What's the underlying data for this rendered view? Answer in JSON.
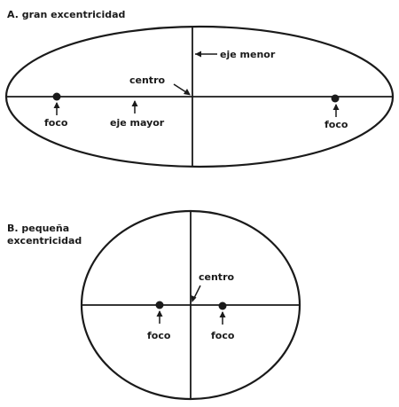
{
  "panel_a": {
    "heading": "A. gran excentricidad",
    "labels": {
      "minor_axis": "eje menor",
      "center": "centro",
      "focus_left": "foco",
      "major_axis": "eje mayor",
      "focus_right": "foco"
    }
  },
  "panel_b": {
    "heading_line1": "B. pequeña",
    "heading_line2": "excentricidad",
    "labels": {
      "center": "centro",
      "focus_left": "foco",
      "focus_right": "foco"
    }
  },
  "colors": {
    "ink": "#1a1a1a",
    "paper": "#ffffff"
  }
}
